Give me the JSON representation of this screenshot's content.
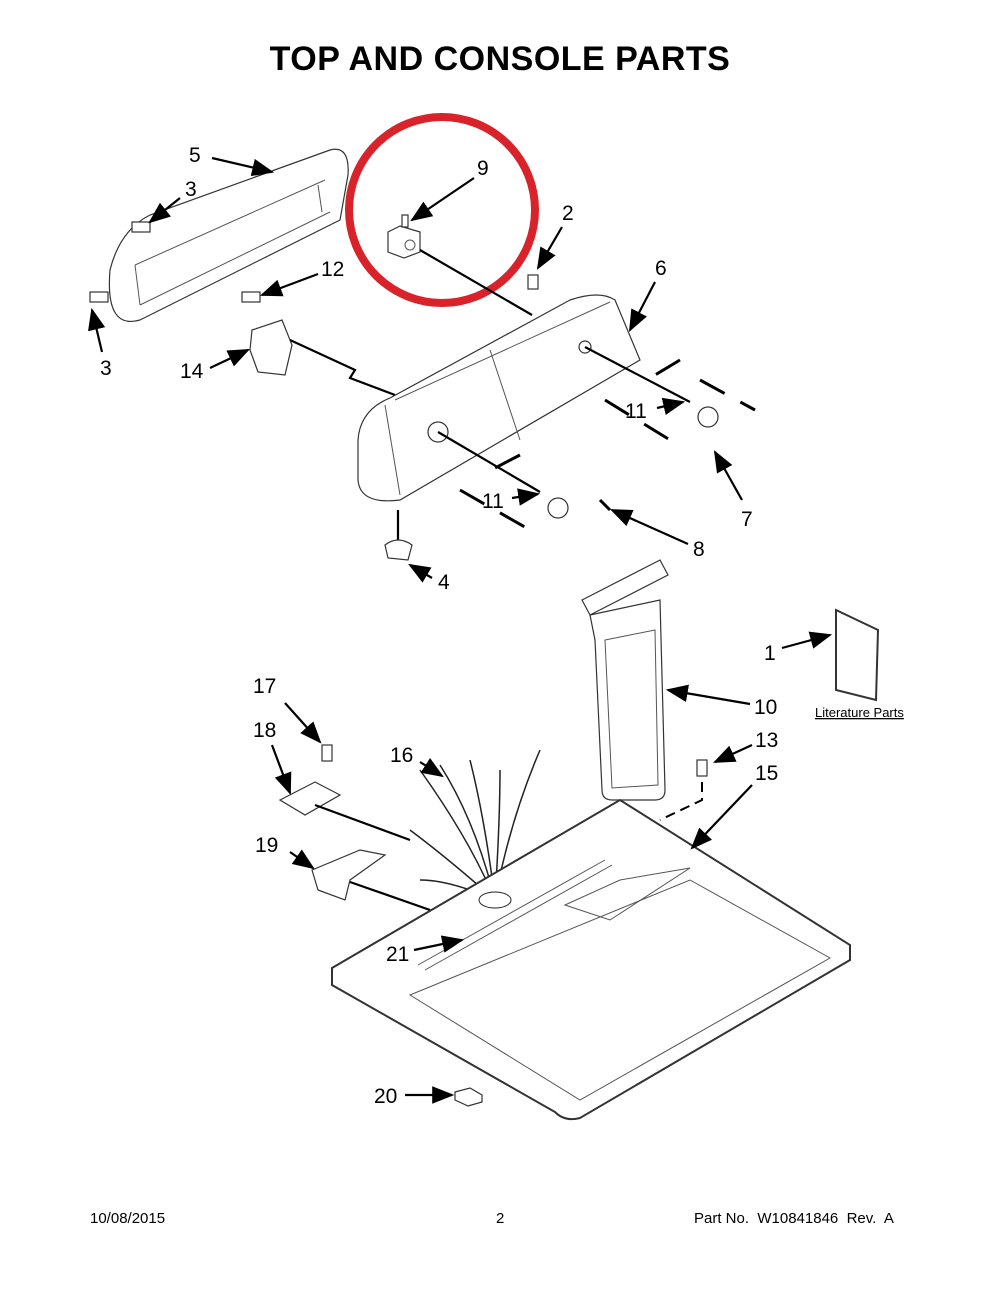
{
  "title": "TOP AND CONSOLE PARTS",
  "callouts": {
    "c5": "5",
    "c3a": "3",
    "c3b": "3",
    "c12": "12",
    "c14": "14",
    "c9": "9",
    "c2": "2",
    "c6": "6",
    "c11a": "11",
    "c7": "7",
    "c11b": "11",
    "c8": "8",
    "c4": "4",
    "c1": "1",
    "c10": "10",
    "c13": "13",
    "c15": "15",
    "c17": "17",
    "c18": "18",
    "c16": "16",
    "c19": "19",
    "c21": "21",
    "c20": "20"
  },
  "literature_label": "Literature Parts",
  "highlight_color": "#d9232a",
  "footer": {
    "date": "10/08/2015",
    "page": "2",
    "part_no": "Part No.  W10841846  Rev.  A"
  }
}
